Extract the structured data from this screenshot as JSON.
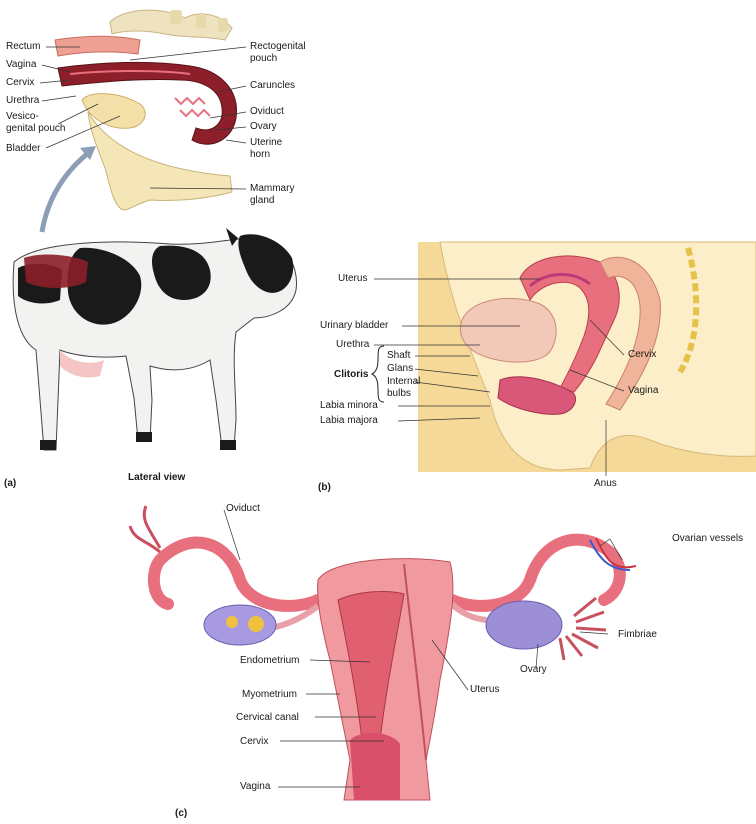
{
  "panel_a": {
    "letter": "(a)",
    "caption": "Lateral view",
    "labels": {
      "rectum": "Rectum",
      "vagina": "Vagina",
      "cervix": "Cervix",
      "urethra": "Urethra",
      "vesico1": "Vesico-",
      "vesico2": "genital pouch",
      "bladder": "Bladder",
      "recto1": "Rectogenital",
      "recto2": "pouch",
      "caruncles": "Caruncles",
      "oviduct": "Oviduct",
      "ovary": "Ovary",
      "uterine1": "Uterine",
      "uterine2": "horn",
      "mammary1": "Mammary",
      "mammary2": "gland"
    }
  },
  "panel_b": {
    "letter": "(b)",
    "labels": {
      "uterus": "Uterus",
      "urinary_bladder": "Urinary bladder",
      "urethra": "Urethra",
      "clitoris": "Clitoris",
      "shaft": "Shaft",
      "glans": "Glans",
      "internal1": "Internal",
      "internal2": "bulbs",
      "labia_minora": "Labia minora",
      "labia_majora": "Labia majora",
      "cervix": "Cervix",
      "vagina": "Vagina",
      "anus": "Anus"
    }
  },
  "panel_c": {
    "letter": "(c)",
    "labels": {
      "oviduct": "Oviduct",
      "ovarian_vessels": "Ovarian vessels",
      "fimbriae": "Fimbriae",
      "ovary": "Ovary",
      "uterus": "Uterus",
      "endometrium": "Endometrium",
      "myometrium": "Myometrium",
      "cervical_canal": "Cervical canal",
      "cervix": "Cervix",
      "vagina": "Vagina"
    }
  },
  "colors": {
    "tissue_pink": "#e8707e",
    "tissue_dark": "#8c1f2a",
    "bladder_cream": "#f3e6b4",
    "skin_beige": "#f5dca0",
    "ovary_purple": "#9d8fd6",
    "leader": "#333333"
  }
}
